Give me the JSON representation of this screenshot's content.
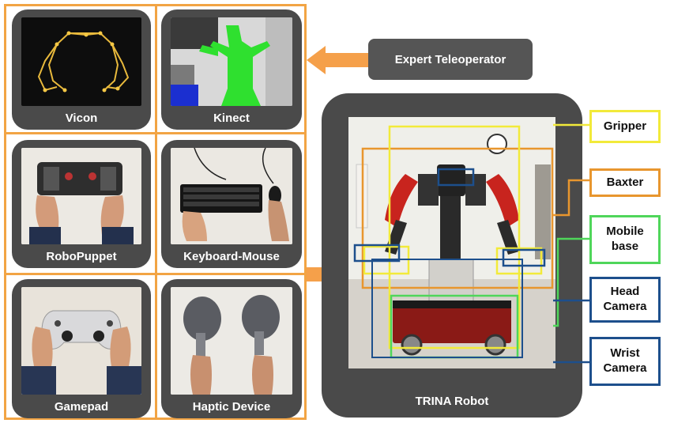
{
  "cards": {
    "vicon": "Vicon",
    "kinect": "Kinect",
    "robopuppet": "RoboPuppet",
    "keyboard_mouse": "Keyboard-Mouse",
    "gamepad": "Gamepad",
    "haptic_device": "Haptic Device"
  },
  "expert_teleoperator": "Expert Teleoperator",
  "robot": {
    "title": "TRINA Robot"
  },
  "annotations": {
    "gripper": "Gripper",
    "baxter": "Baxter",
    "mobile_base": "Mobile base",
    "head_camera": "Head Camera",
    "wrist_camera": "Wrist Camera"
  },
  "colors": {
    "frame_orange": "#f2a444",
    "arrow_orange": "#f5a04a",
    "card_bg": "#4a4a4a",
    "gripper_yellow": "#f2ea3a",
    "baxter_orange": "#e8962e",
    "mobile_green": "#4fd65a",
    "camera_blue": "#1d4f8c"
  }
}
